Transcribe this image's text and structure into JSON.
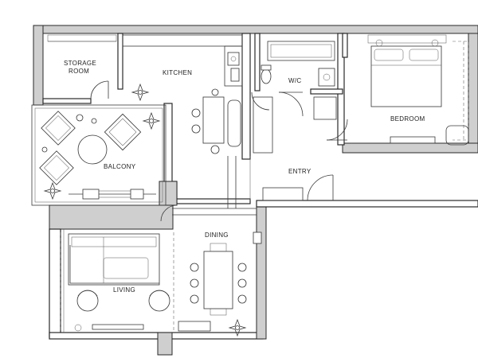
{
  "rooms": {
    "storage_line1": "STORAGE",
    "storage_line2": "ROOM",
    "kitchen": "KITCHEN",
    "wc": "W/C",
    "bedroom": "BEDROOM",
    "balcony": "BALCONY",
    "entry": "ENTRY",
    "dining": "DINING",
    "living": "LIVING"
  },
  "colors": {
    "line": "#2a2a2a",
    "wall_hatch": "#cfcfcf",
    "background": "#ffffff"
  },
  "icons": [
    "plant-icon",
    "door-swing-icon",
    "chair-icon",
    "toilet-icon",
    "bed-icon",
    "sofa-icon"
  ]
}
